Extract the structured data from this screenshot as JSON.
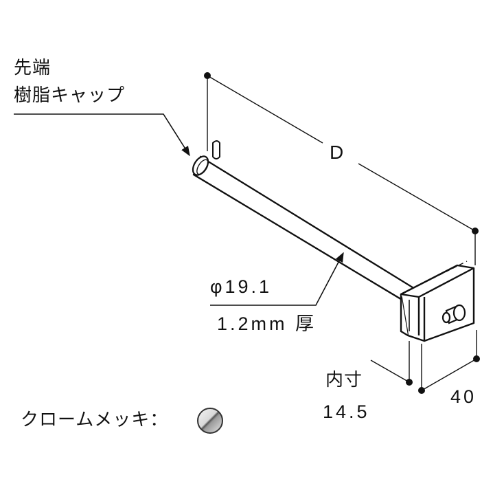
{
  "callouts": {
    "tip_cap_line1": "先端",
    "tip_cap_line2": "樹脂キャップ",
    "pipe_diameter": "φ19.1",
    "pipe_thickness": "1.2mm 厚",
    "depth": "D",
    "inner_label": "内寸",
    "inner_value": "14.5",
    "width": "40"
  },
  "legend": {
    "finish_label": "クロームメッキ：",
    "swatch_icon": "chrome-swatch-icon"
  }
}
